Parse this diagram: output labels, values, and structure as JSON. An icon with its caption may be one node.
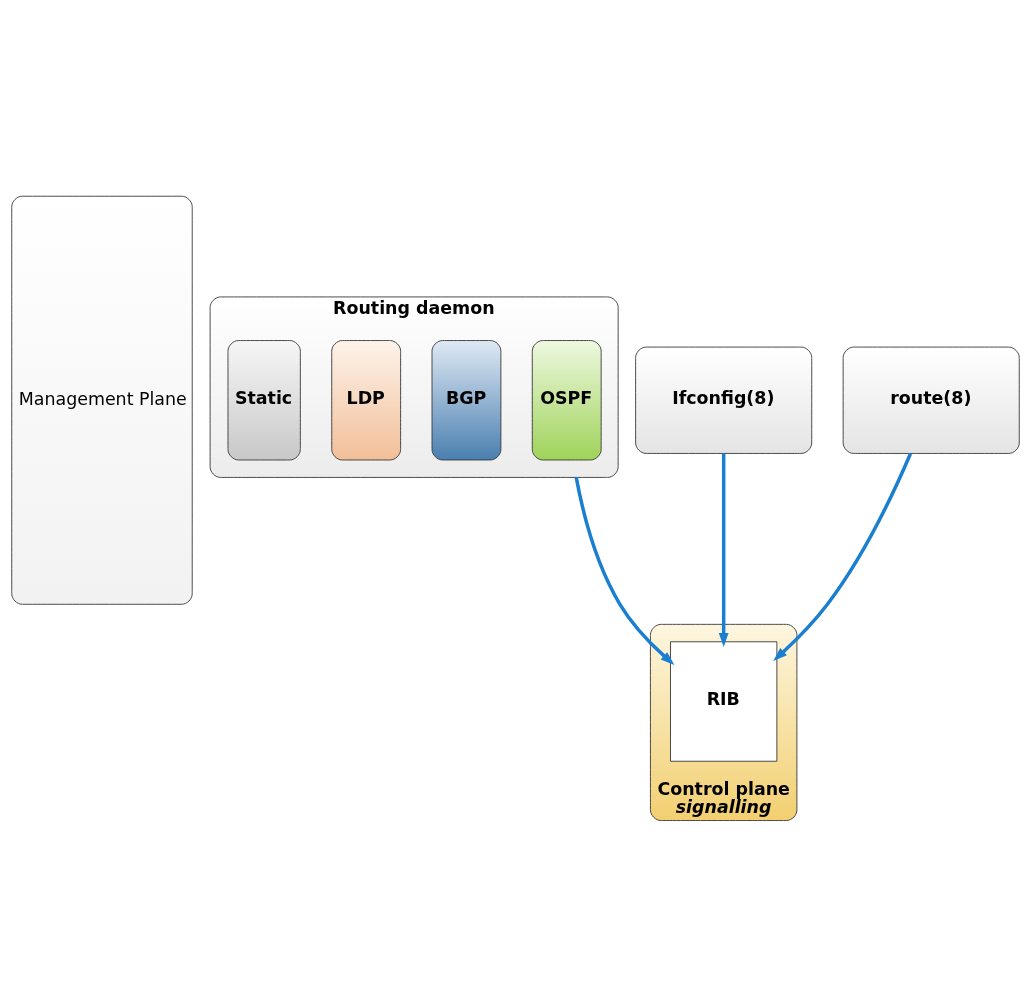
{
  "diagram": {
    "nodes": [
      {
        "text": [
          "Management Plane"
        ]
      },
      {
        "text": [
          "Routing daemon"
        ]
      },
      {
        "text": [
          "OSPF"
        ],
        "in": 1
      },
      {
        "text": [
          "BGP"
        ],
        "in": 1
      },
      {
        "text": [
          "LDP"
        ],
        "in": 1
      },
      {
        "text": [
          "Static"
        ],
        "in": 1
      },
      {
        "text": [
          "Control plane",
          "signalling"
        ]
      },
      {
        "text": [
          "RIB"
        ],
        "in": 6
      },
      {
        "text": [
          "Ifconfig(8)"
        ]
      },
      {
        "text": [
          "route(8)"
        ]
      }
    ],
    "edges": [
      {
        "from": 1,
        "to": 7,
        "arrow": "to"
      },
      {
        "from": 8,
        "to": 7,
        "arrow": "to"
      },
      {
        "from": 9,
        "to": 7,
        "arrow": "to"
      }
    ]
  }
}
